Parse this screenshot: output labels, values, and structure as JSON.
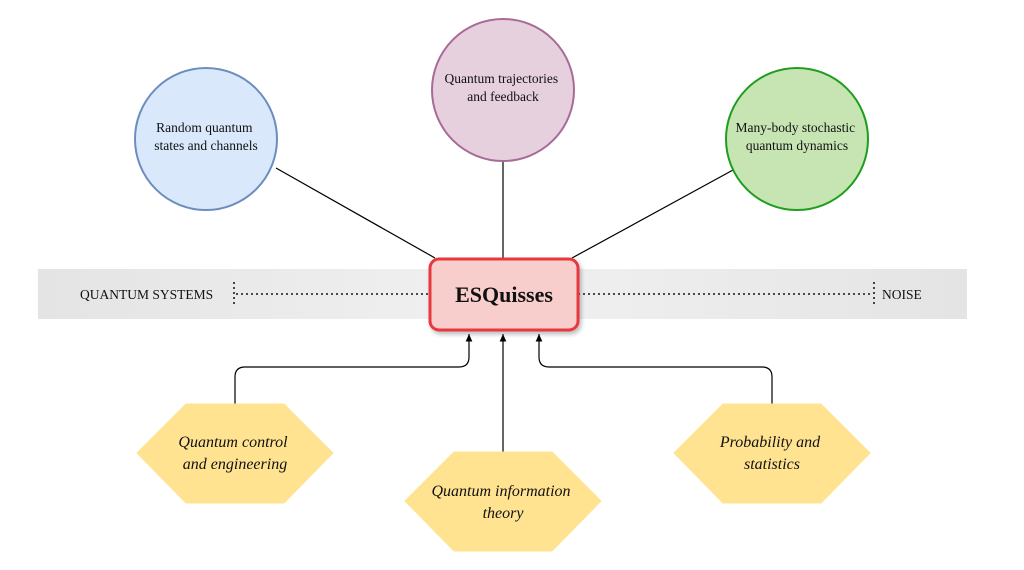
{
  "band": {
    "left_label": "QUANTUM SYSTEMS",
    "right_label": "NOISE"
  },
  "center": {
    "label": "ESQuisses"
  },
  "top_topics": [
    {
      "lines": [
        "Random quantum",
        "states and channels"
      ],
      "fill": "#dae8fc",
      "stroke": "#6c8ebf"
    },
    {
      "lines": [
        "Quantum trajectories",
        "and feedback"
      ],
      "fill": "#e6d0de",
      "stroke": "#a86b98"
    },
    {
      "lines": [
        "Many-body stochastic",
        "quantum dynamics"
      ],
      "fill": "#c7e5b3",
      "stroke": "#1f9d1f"
    }
  ],
  "bottom_topics": [
    {
      "lines": [
        "Quantum control",
        "and engineering"
      ]
    },
    {
      "lines": [
        "Quantum information",
        "theory"
      ]
    },
    {
      "lines": [
        "Probability and",
        "statistics"
      ]
    }
  ],
  "colors": {
    "band": "#e6e6e6",
    "center_fill": "#f8cecc",
    "center_stroke": "#e8393d",
    "hexagon_fill": "#ffe391",
    "line": "#000000"
  }
}
